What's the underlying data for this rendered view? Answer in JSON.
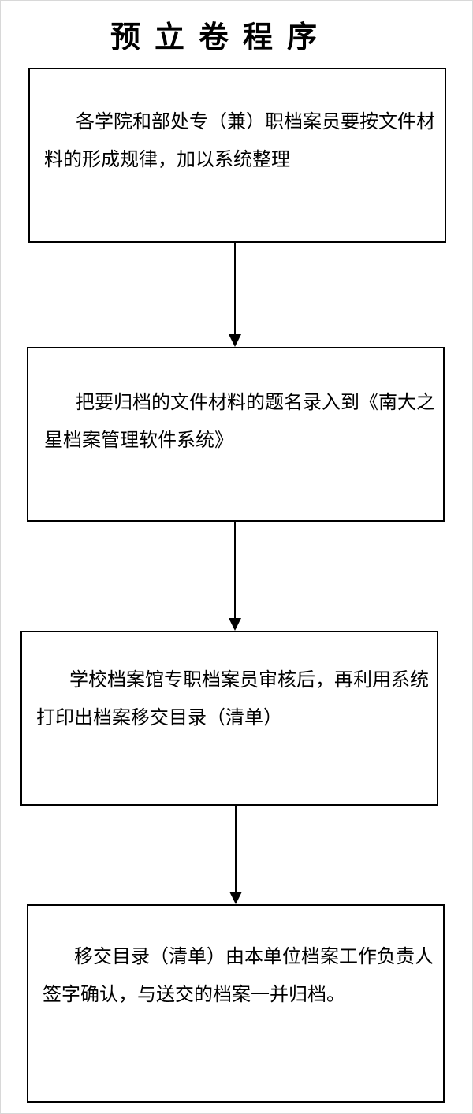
{
  "title": "预立卷程序",
  "steps": [
    {
      "text": "各学院和部处专（兼）职档案员要按文件材料的形成规律，加以系统整理"
    },
    {
      "text": "把要归档的文件材料的题名录入到《南大之星档案管理软件系统》"
    },
    {
      "text": "学校档案馆专职档案员审核后，再利用系统打印出档案移交目录（清单）"
    },
    {
      "text": "移交目录（清单）由本单位档案工作负责人签字确认，与送交的档案一并归档。"
    }
  ]
}
